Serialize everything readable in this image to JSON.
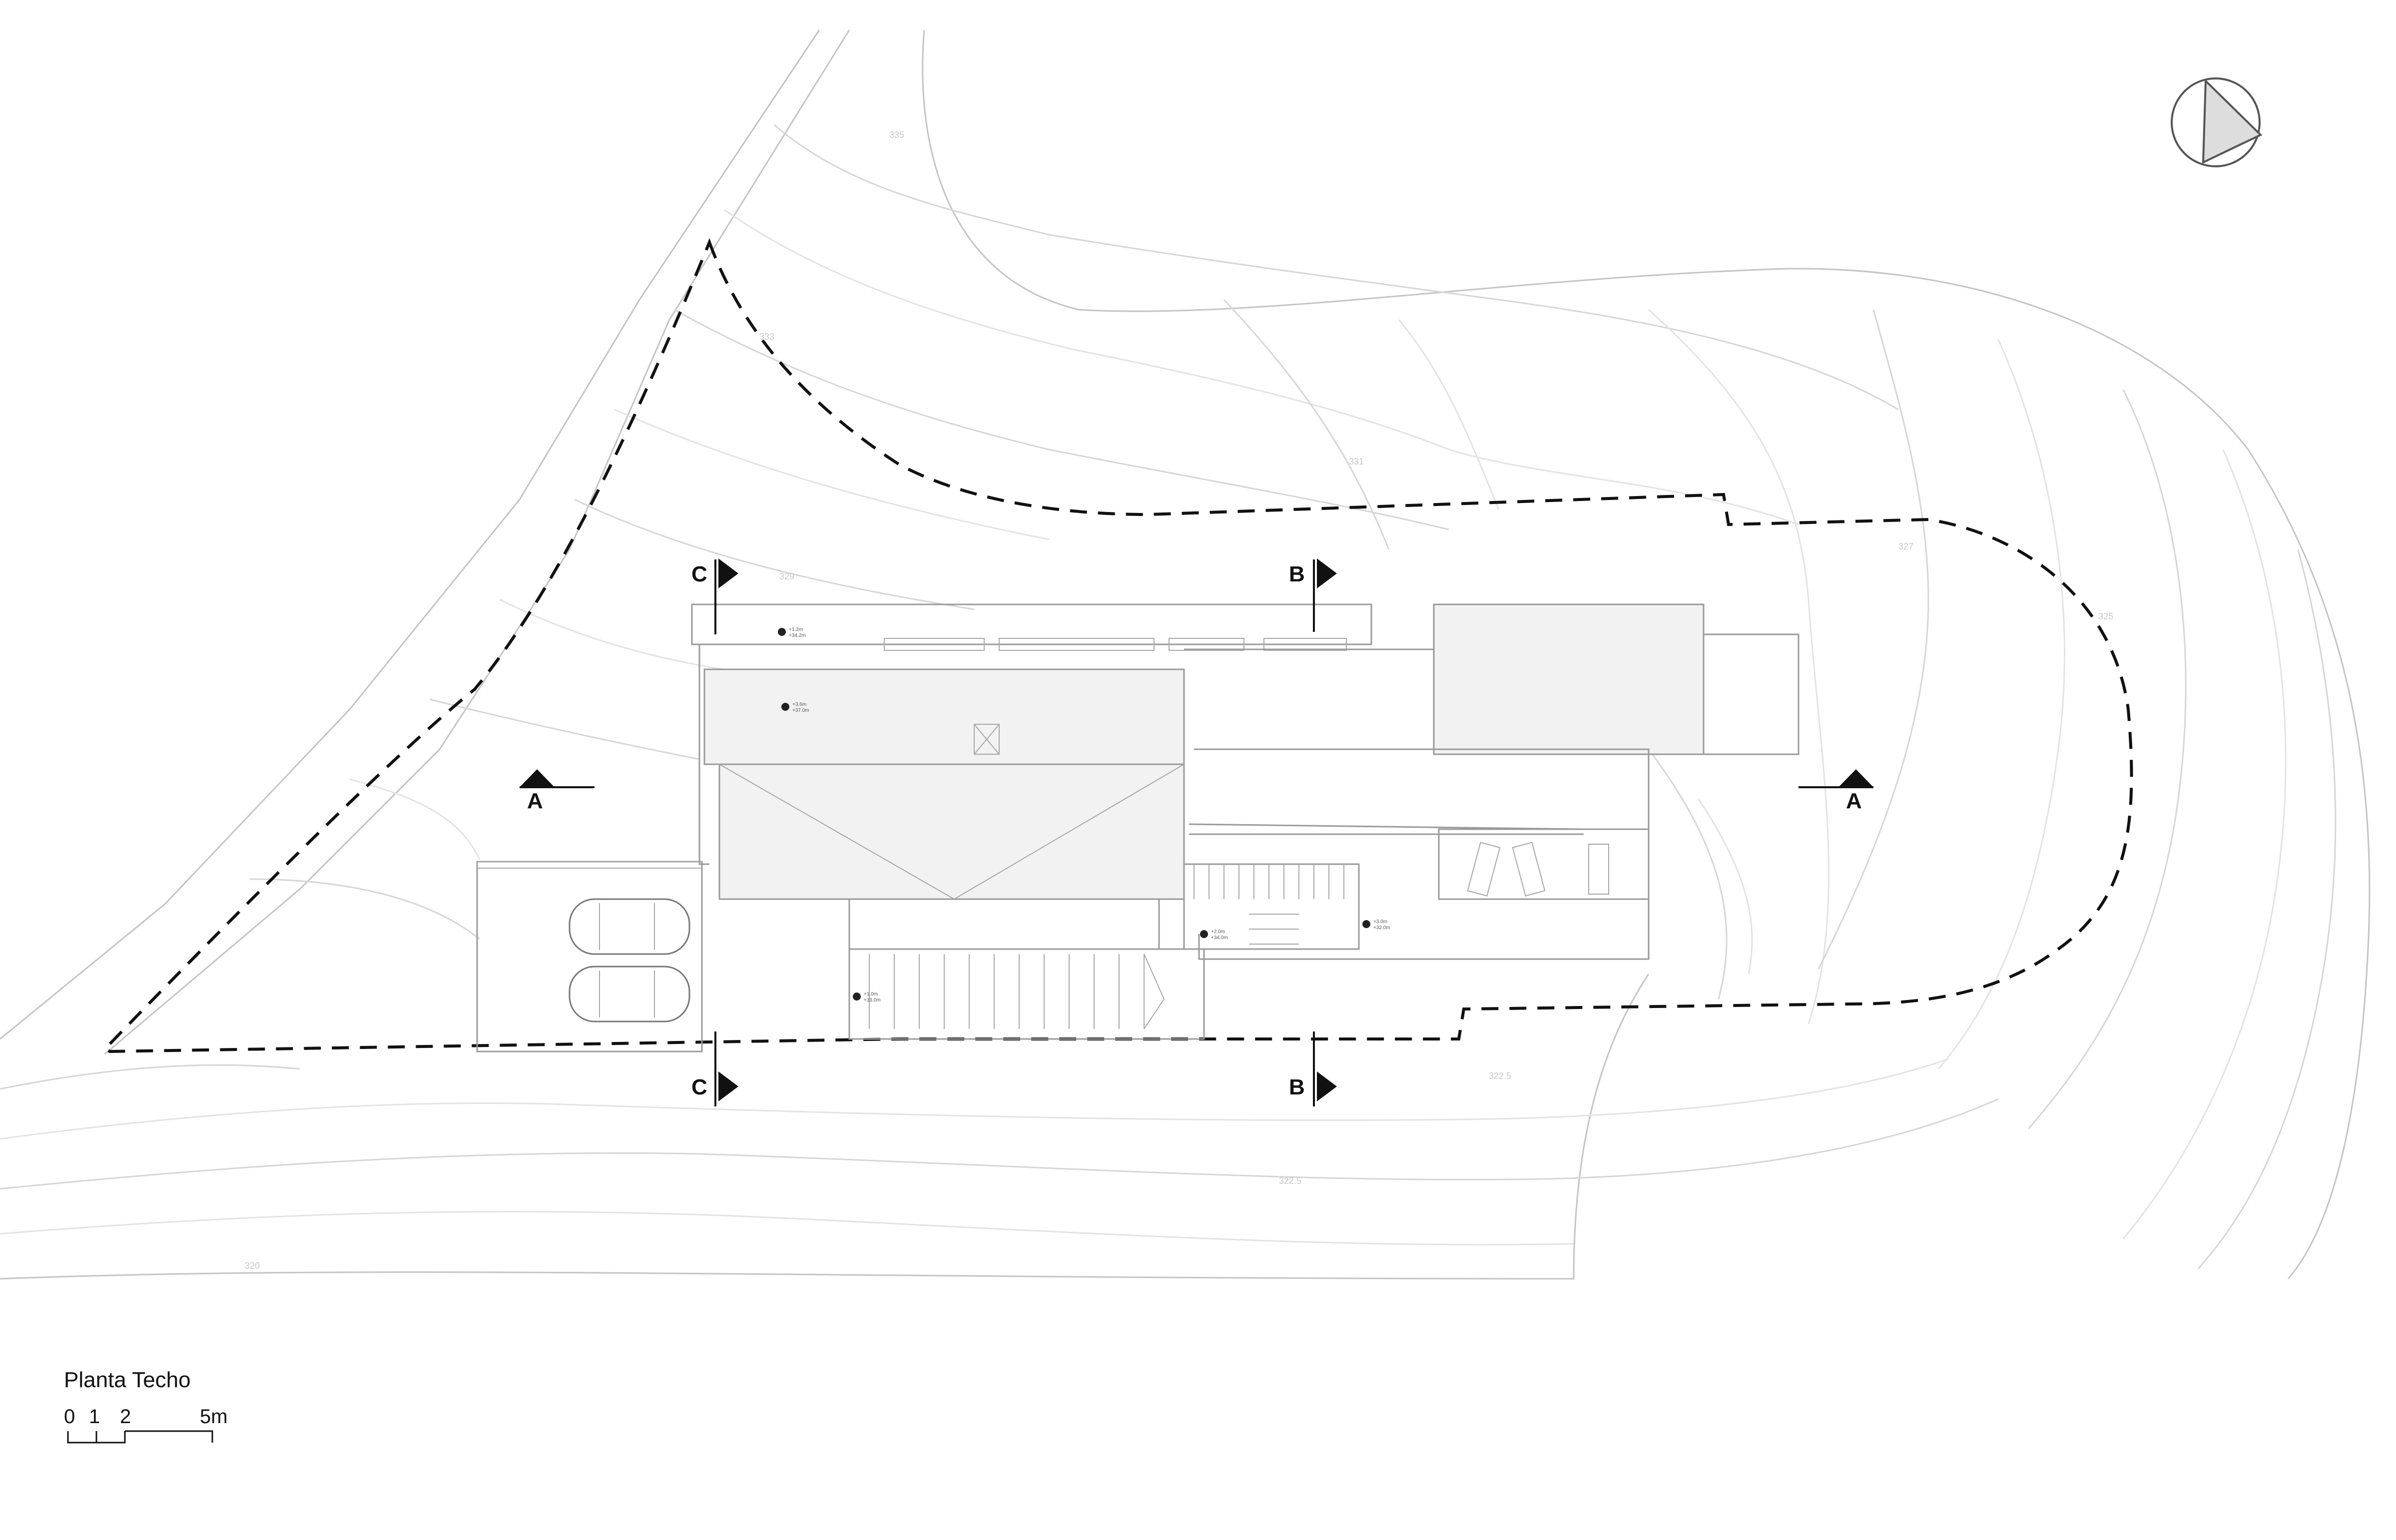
{
  "title": "Planta Techo",
  "scale_bar": {
    "labels": [
      "0",
      "1",
      "2",
      "5m"
    ]
  },
  "sections": {
    "a": "A",
    "b": "B",
    "c": "C"
  },
  "north_arrow": {
    "icon": "north-arrow-icon"
  },
  "level_notes": [
    [
      "+1.2m",
      "+34.2m"
    ],
    [
      "+3.6m",
      "+37.0m"
    ],
    [
      "+2.0m",
      "+34.0m"
    ],
    [
      "+3.0m",
      "+32.0m"
    ],
    [
      "+1.0m",
      "+33.0m"
    ]
  ],
  "contour_labels": [
    "335",
    "333",
    "331",
    "329",
    "327",
    "325",
    "322.5",
    "322.5",
    "320"
  ],
  "colors": {
    "linework": "#9a9a9a",
    "boundary": "#111111",
    "roof_fill": "#f2f2f2"
  }
}
